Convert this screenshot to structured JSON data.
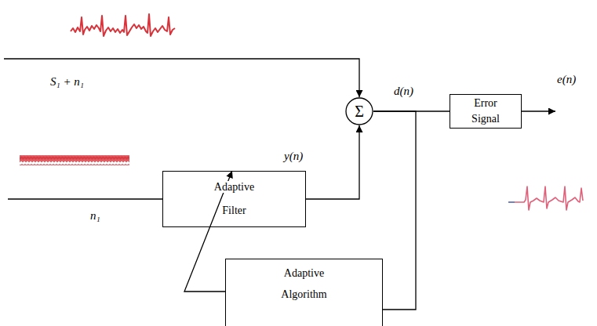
{
  "diagram": {
    "nodes": [
      {
        "text": [
          "Σ"
        ]
      },
      {
        "text": [
          "Adaptive Filter"
        ]
      },
      {
        "text": [
          "Error Signal"
        ]
      },
      {
        "text": [
          "Adaptive Algorithm"
        ]
      }
    ],
    "edges": [
      {
        "from": 1,
        "to": 0,
        "arrow": "to"
      },
      {
        "from": 0,
        "to": 2,
        "arrow": "none"
      },
      {
        "from": 0,
        "to": 3,
        "arrow": "none"
      },
      {
        "from": 3,
        "to": 1,
        "arrow": "to"
      }
    ],
    "labels": [
      "S₁ + n₁",
      "d(n)",
      "e(n)",
      "y(n)",
      "n₁"
    ]
  }
}
